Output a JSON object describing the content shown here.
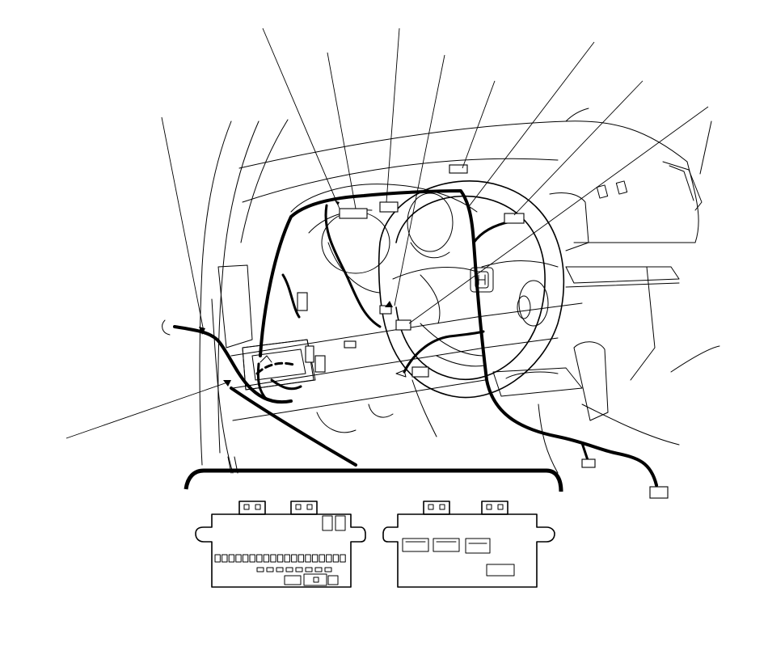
{
  "diagram": {
    "callout_count": 10,
    "connector_count": 12,
    "unit_views": [
      "unit-front-view",
      "unit-rear-view"
    ]
  }
}
